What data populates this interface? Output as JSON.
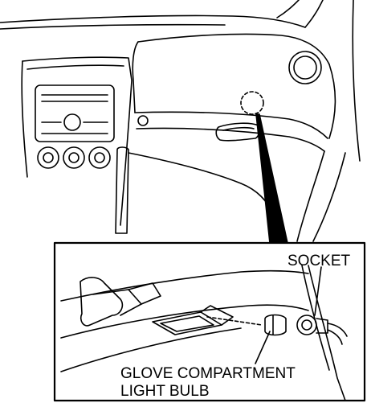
{
  "labels": {
    "socket": "SOCKET",
    "bulb_line1": "GLOVE COMPARTMENT",
    "bulb_line2": "LIGHT BULB"
  },
  "colors": {
    "ink": "#000000",
    "paper": "#ffffff"
  }
}
